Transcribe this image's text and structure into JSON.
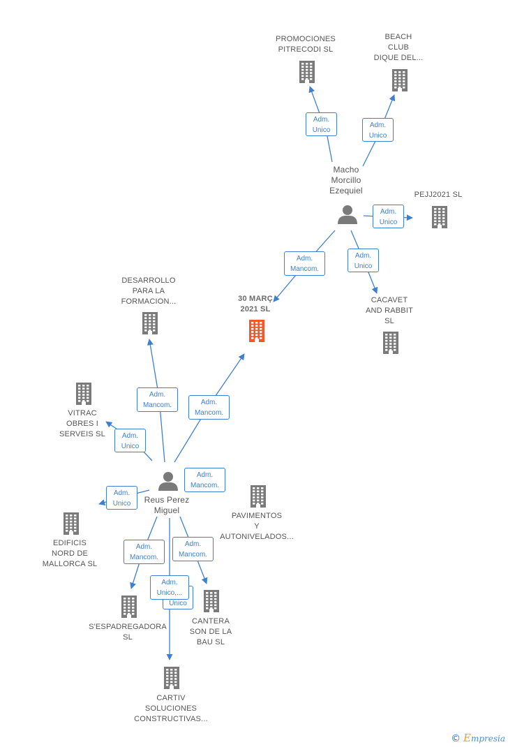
{
  "colors": {
    "edge": "#3d7fd0",
    "company_icon": "#7a7a7a",
    "focus_icon": "#f05a28",
    "person_icon": "#7a7a7a"
  },
  "nodes": {
    "promociones": {
      "label": "PROMOCIONES\nPITRECODI  SL",
      "type": "company"
    },
    "beach": {
      "label": "BEACH\nCLUB\nDIQUE DEL...",
      "type": "company"
    },
    "macho": {
      "label": "Macho\nMorcillo\nEzequiel",
      "type": "person"
    },
    "pejj": {
      "label": "PEJJ2021  SL",
      "type": "company"
    },
    "treinta": {
      "label": "30 MARÇ\n2021  SL",
      "type": "focus"
    },
    "cacavet": {
      "label": "CACAVET\nAND RABBIT\nSL",
      "type": "company"
    },
    "desarrollo": {
      "label": "DESARROLLO\nPARA LA\nFORMACION...",
      "type": "company"
    },
    "vitrac": {
      "label": "VITRAC\nOBRES I\nSERVEIS  SL",
      "type": "company"
    },
    "reus": {
      "label": "Reus Perez\nMiguel",
      "type": "person"
    },
    "pavimentos": {
      "label": "PAVIMENTOS\nY\nAUTONIVELADOS...",
      "type": "company"
    },
    "edificis": {
      "label": "EDIFICIS\nNORD DE\nMALLORCA  SL",
      "type": "company"
    },
    "sespadregadora": {
      "label": "S'ESPADREGADORA\nSL",
      "type": "company"
    },
    "cantera": {
      "label": "CANTERA\nSON DE LA\nBAU  SL",
      "type": "company"
    },
    "cartiv": {
      "label": "CARTIV\nSOLUCIONES\nCONSTRUCTIVAS...",
      "type": "company"
    }
  },
  "relations": {
    "r1": "Adm.\nUnico",
    "r2": "Adm.\nUnico",
    "r3": "Adm.\nUnico",
    "r4": "Adm.\nMancom.",
    "r5": "Adm.\nUnico",
    "r6": "Adm.\nMancom.",
    "r7": "Adm.\nMancom.",
    "r8": "Adm.\nUnico",
    "r9": "Adm.\nMancom.",
    "r10": "Adm.\nUnico",
    "r11": "Adm.\nMancom.",
    "r12": "Adm.\nMancom.",
    "r13": "Unico",
    "r14": "Adm.\nUnico,..."
  },
  "footer": {
    "copyright": "©",
    "brand_first": "E",
    "brand_rest": "mpresia"
  }
}
